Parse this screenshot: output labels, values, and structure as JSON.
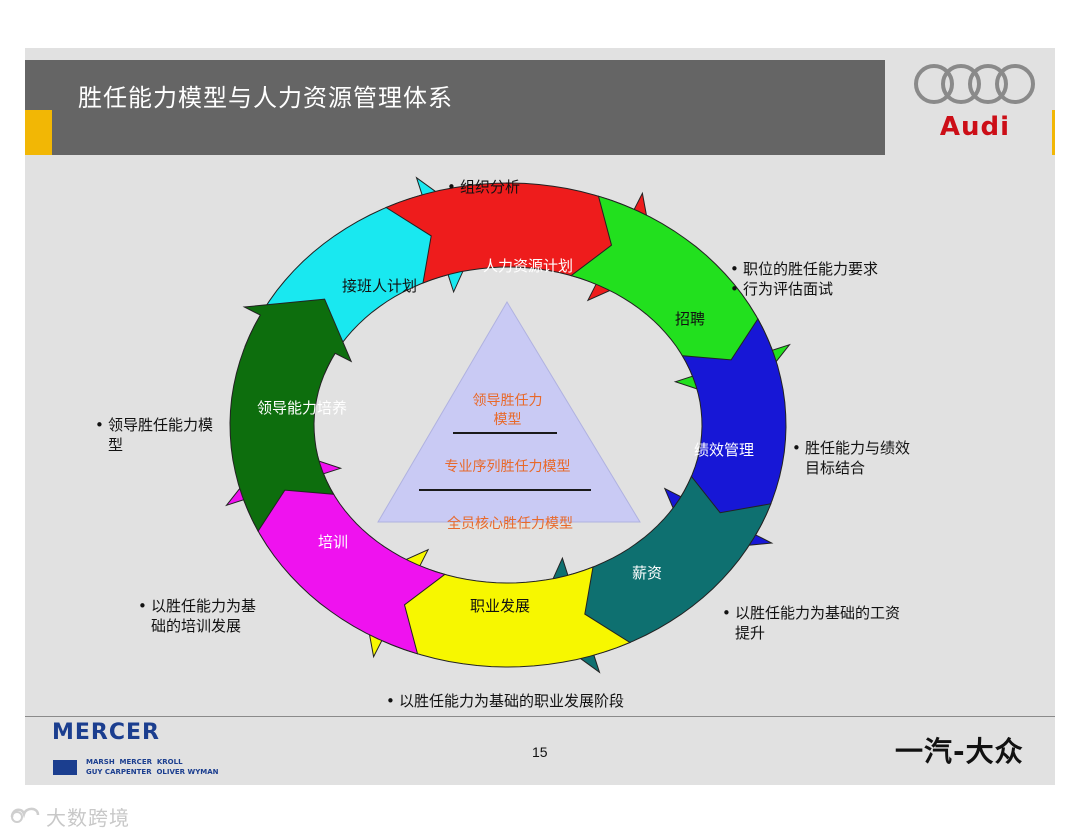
{
  "header": {
    "title": "胜任能力模型与人力资源管理体系",
    "brand_wordmark": "Audi",
    "accent_color": "#f2b705"
  },
  "cycle": {
    "segments": [
      {
        "label": "人力资源计划",
        "color": "#ee1c1c",
        "text_color": "#ffffff",
        "icon": "arrow-red"
      },
      {
        "label": "招聘",
        "color": "#22e01e",
        "text_color": "#111111",
        "icon": "arrow-green"
      },
      {
        "label": "绩效管理",
        "color": "#1717d6",
        "text_color": "#ffffff",
        "icon": "arrow-blue"
      },
      {
        "label": "薪资",
        "color": "#0e7070",
        "text_color": "#ffffff",
        "icon": "arrow-teal"
      },
      {
        "label": "职业发展",
        "color": "#f7f700",
        "text_color": "#111111",
        "icon": "arrow-yellow"
      },
      {
        "label": "培训",
        "color": "#ef12ef",
        "text_color": "#ffffff",
        "icon": "arrow-magenta"
      },
      {
        "label": "领导能力培养",
        "color": "#0d6e0d",
        "text_color": "#ffffff",
        "icon": "arrow-darkgreen"
      },
      {
        "label": "接班人计划",
        "color": "#19e8f0",
        "text_color": "#111111",
        "icon": "arrow-cyan"
      }
    ]
  },
  "pyramid": {
    "levels": [
      {
        "line1": "领导胜任力",
        "line2": "模型"
      },
      {
        "line1": "专业序列胜任力模型"
      },
      {
        "line1": "全员核心胜任力模型"
      }
    ],
    "fill": "#c9caf4",
    "text_color": "#e8692a"
  },
  "annotations": {
    "hr_plan": [
      "组织分析"
    ],
    "recruit": [
      "职位的胜任能力要求",
      "行为评估面试"
    ],
    "performance": [
      "胜任能力与绩效目标结合"
    ],
    "salary": [
      "以胜任能力为基础的工资提升"
    ],
    "career": [
      "以胜任能力为基础的职业发展阶段"
    ],
    "training": [
      "以胜任能力为基础的培训发展"
    ],
    "leadership": [
      "领导胜任能力模型"
    ]
  },
  "footer": {
    "left_logo": "MERCER",
    "left_sub": "MARSH  MERCER  KROLL\nGUY CARPENTER  OLIVER WYMAN",
    "page_number": "15",
    "right_logo": "一汽-大众",
    "primary_color": "#1b3e8f"
  },
  "watermark": {
    "text": "大数跨境",
    "icon": "watermark-logo-icon"
  }
}
